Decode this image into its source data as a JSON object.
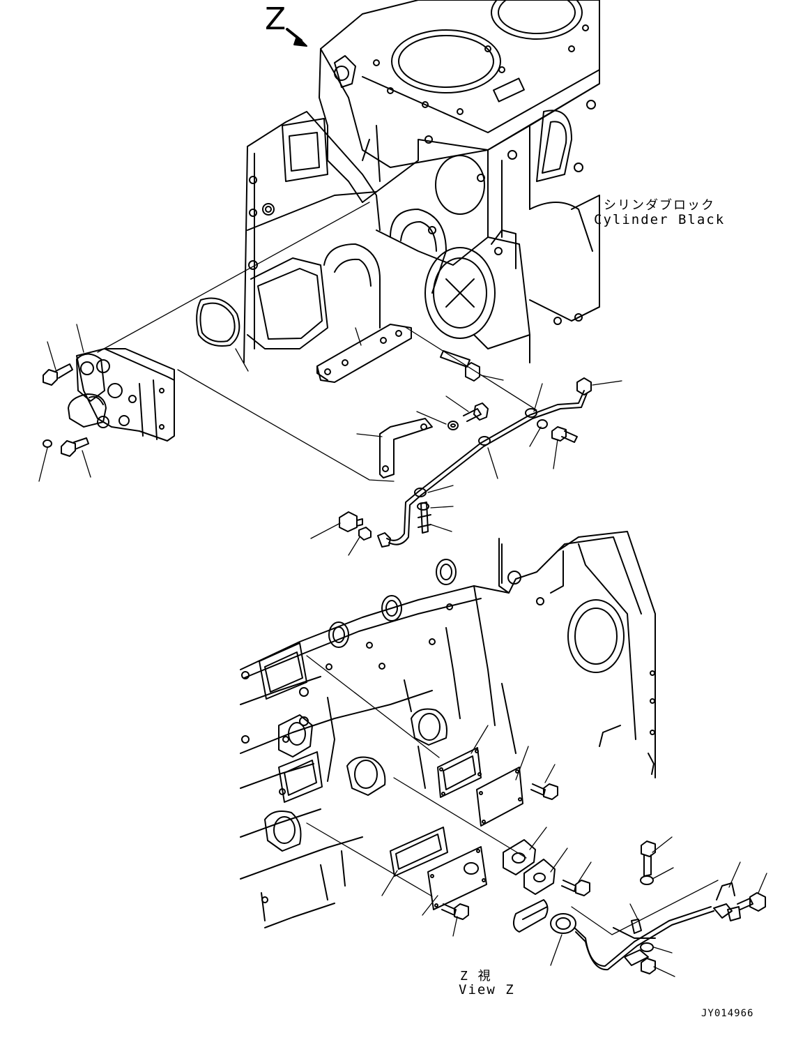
{
  "view_marker": "Z",
  "labels": {
    "cylinder_block_jp": "シリンダブロック",
    "cylinder_block_en": "Cylinder Black",
    "view_z_jp": "Z  視",
    "view_z_en": "View Z",
    "drawing_id": "JY014966"
  }
}
